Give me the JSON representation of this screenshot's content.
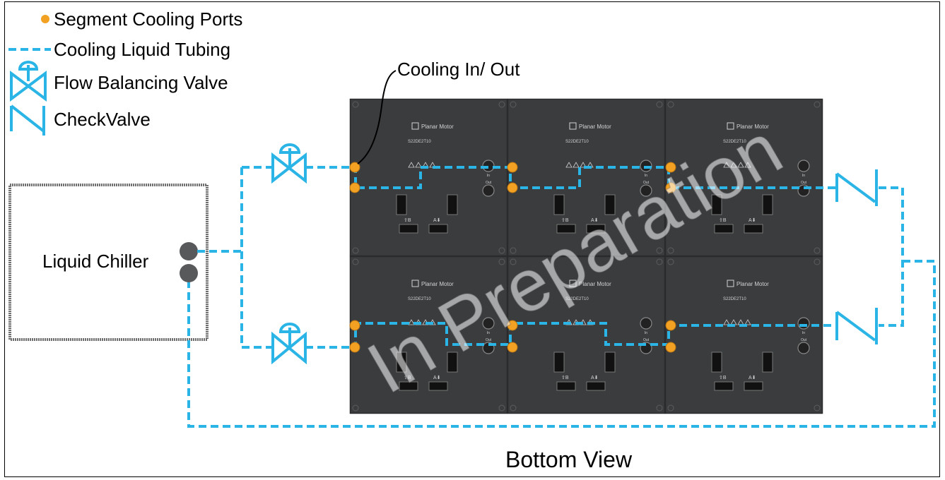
{
  "legend": {
    "ports_label": "Segment Cooling Ports",
    "tubing_label": "Cooling Liquid  Tubing",
    "balancing_valve_label": "Flow Balancing  Valve",
    "check_valve_label": "CheckValve"
  },
  "chiller_label": "Liquid Chiller",
  "callout_label": "Cooling In/ Out",
  "view_label": "Bottom  View",
  "watermark": "In Preparation",
  "tile": {
    "brand": "Planar Motor",
    "model": "S22DE2T10",
    "port_b": "⇧B",
    "port_a": "A⬇",
    "port_in": "In",
    "port_out": "Out"
  },
  "colors": {
    "tubing": "#2bb4e6",
    "port": "#f2a122",
    "tile": "#3b3c3e",
    "chiller_border": "#707070"
  }
}
